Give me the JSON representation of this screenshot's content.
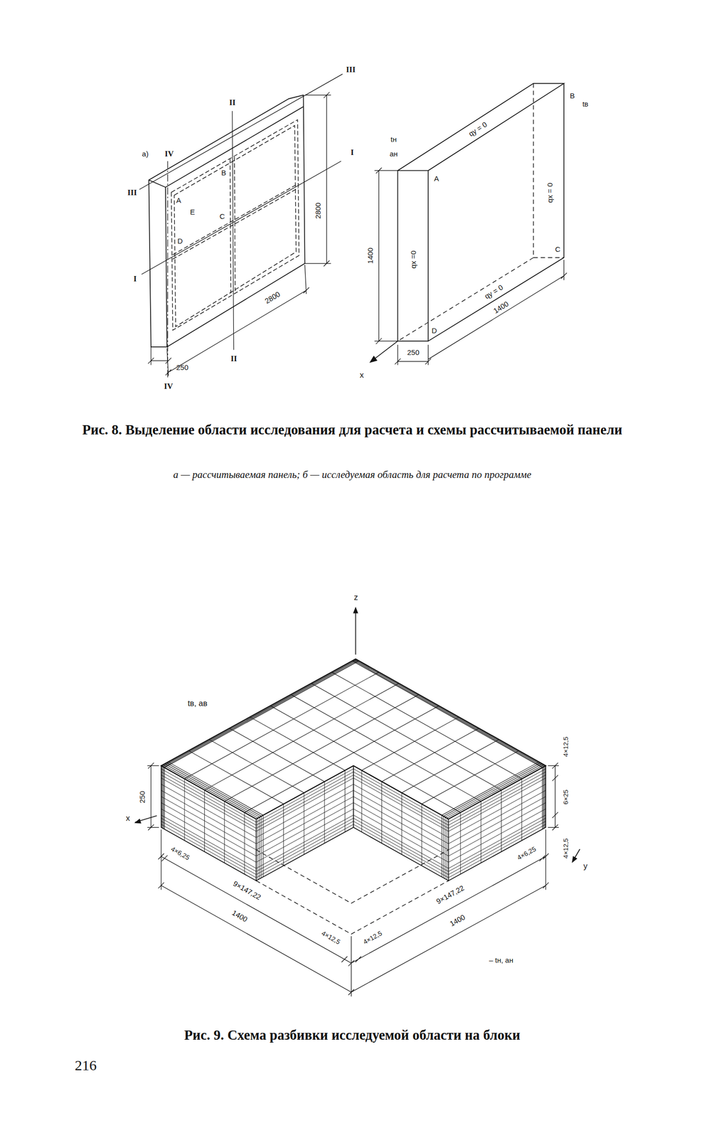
{
  "diagram": {
    "labels": [
      "а)",
      "IV",
      "II",
      "III",
      "I",
      "III",
      "A",
      "B",
      "E",
      "C",
      "D",
      "2800",
      "2800",
      "250",
      "I",
      "II",
      "IV",
      "tн",
      "aн",
      "A",
      "qy = 0",
      "B",
      "tв",
      "qx = 0",
      "qx =0",
      "1400",
      "qy = 0",
      "1400",
      "C",
      "D",
      "250",
      "x",
      "Рис. 8. Выделение области исследования для расчета и схемы рассчитываемой панели",
      "а — рассчитываемая панель; б — исследуемая область для расчета по программе",
      "z",
      "tв, aв",
      "250",
      "x",
      "4×6,25",
      "9×147,22",
      "1400",
      "4×12,5",
      "4×12,5",
      "9×147,22",
      "1400",
      "4×6,25",
      "– tн, aн",
      "4×12,5",
      "6×25",
      "4×12,5",
      "y",
      "Рис. 9. Схема разбивки исследуемой области на блоки",
      "216"
    ]
  }
}
